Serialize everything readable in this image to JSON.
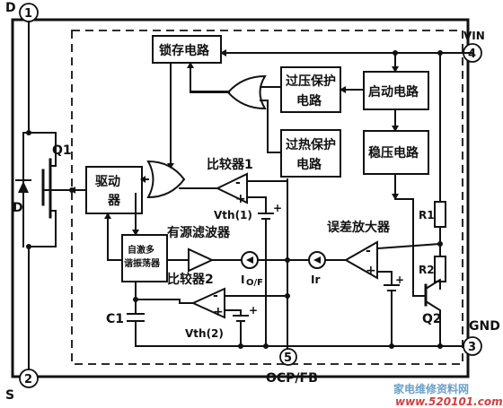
{
  "pins": {
    "p1": {
      "number": "1",
      "name": "D"
    },
    "p2": {
      "number": "2",
      "name": "S"
    },
    "p3": {
      "number": "3",
      "name": "GND"
    },
    "p4": {
      "number": "4",
      "name": "VIN"
    },
    "p5": {
      "number": "5",
      "name": "OCP/FB"
    }
  },
  "blocks": {
    "latch": "锁存电路",
    "ovp_line1": "过压保护",
    "ovp_line2": "电路",
    "otp_line1": "过热保护",
    "otp_line2": "电路",
    "startup": "启动电路",
    "regulator": "稳压电路",
    "driver_line1": "驱动",
    "driver_line2": "器",
    "osc_line1": "自激多",
    "osc_line2": "谐振荡器"
  },
  "labels": {
    "comparator1": "比较器1",
    "comparator2": "比较器2",
    "vth1": "Vth(1)",
    "vth2": "Vth(2)",
    "active_filter": "有源滤波器",
    "error_amp": "误差放大器",
    "io_f": "I",
    "io_f_sub": "O/F",
    "ir": "Ir",
    "r1": "R1",
    "r2": "R2",
    "q1": "Q1",
    "q2": "Q2",
    "d": "D",
    "c1": "C1",
    "plus": "+",
    "minus": "-"
  },
  "watermark": {
    "text_cn": "家电维修资料网",
    "text_url": "www.520101.com"
  }
}
